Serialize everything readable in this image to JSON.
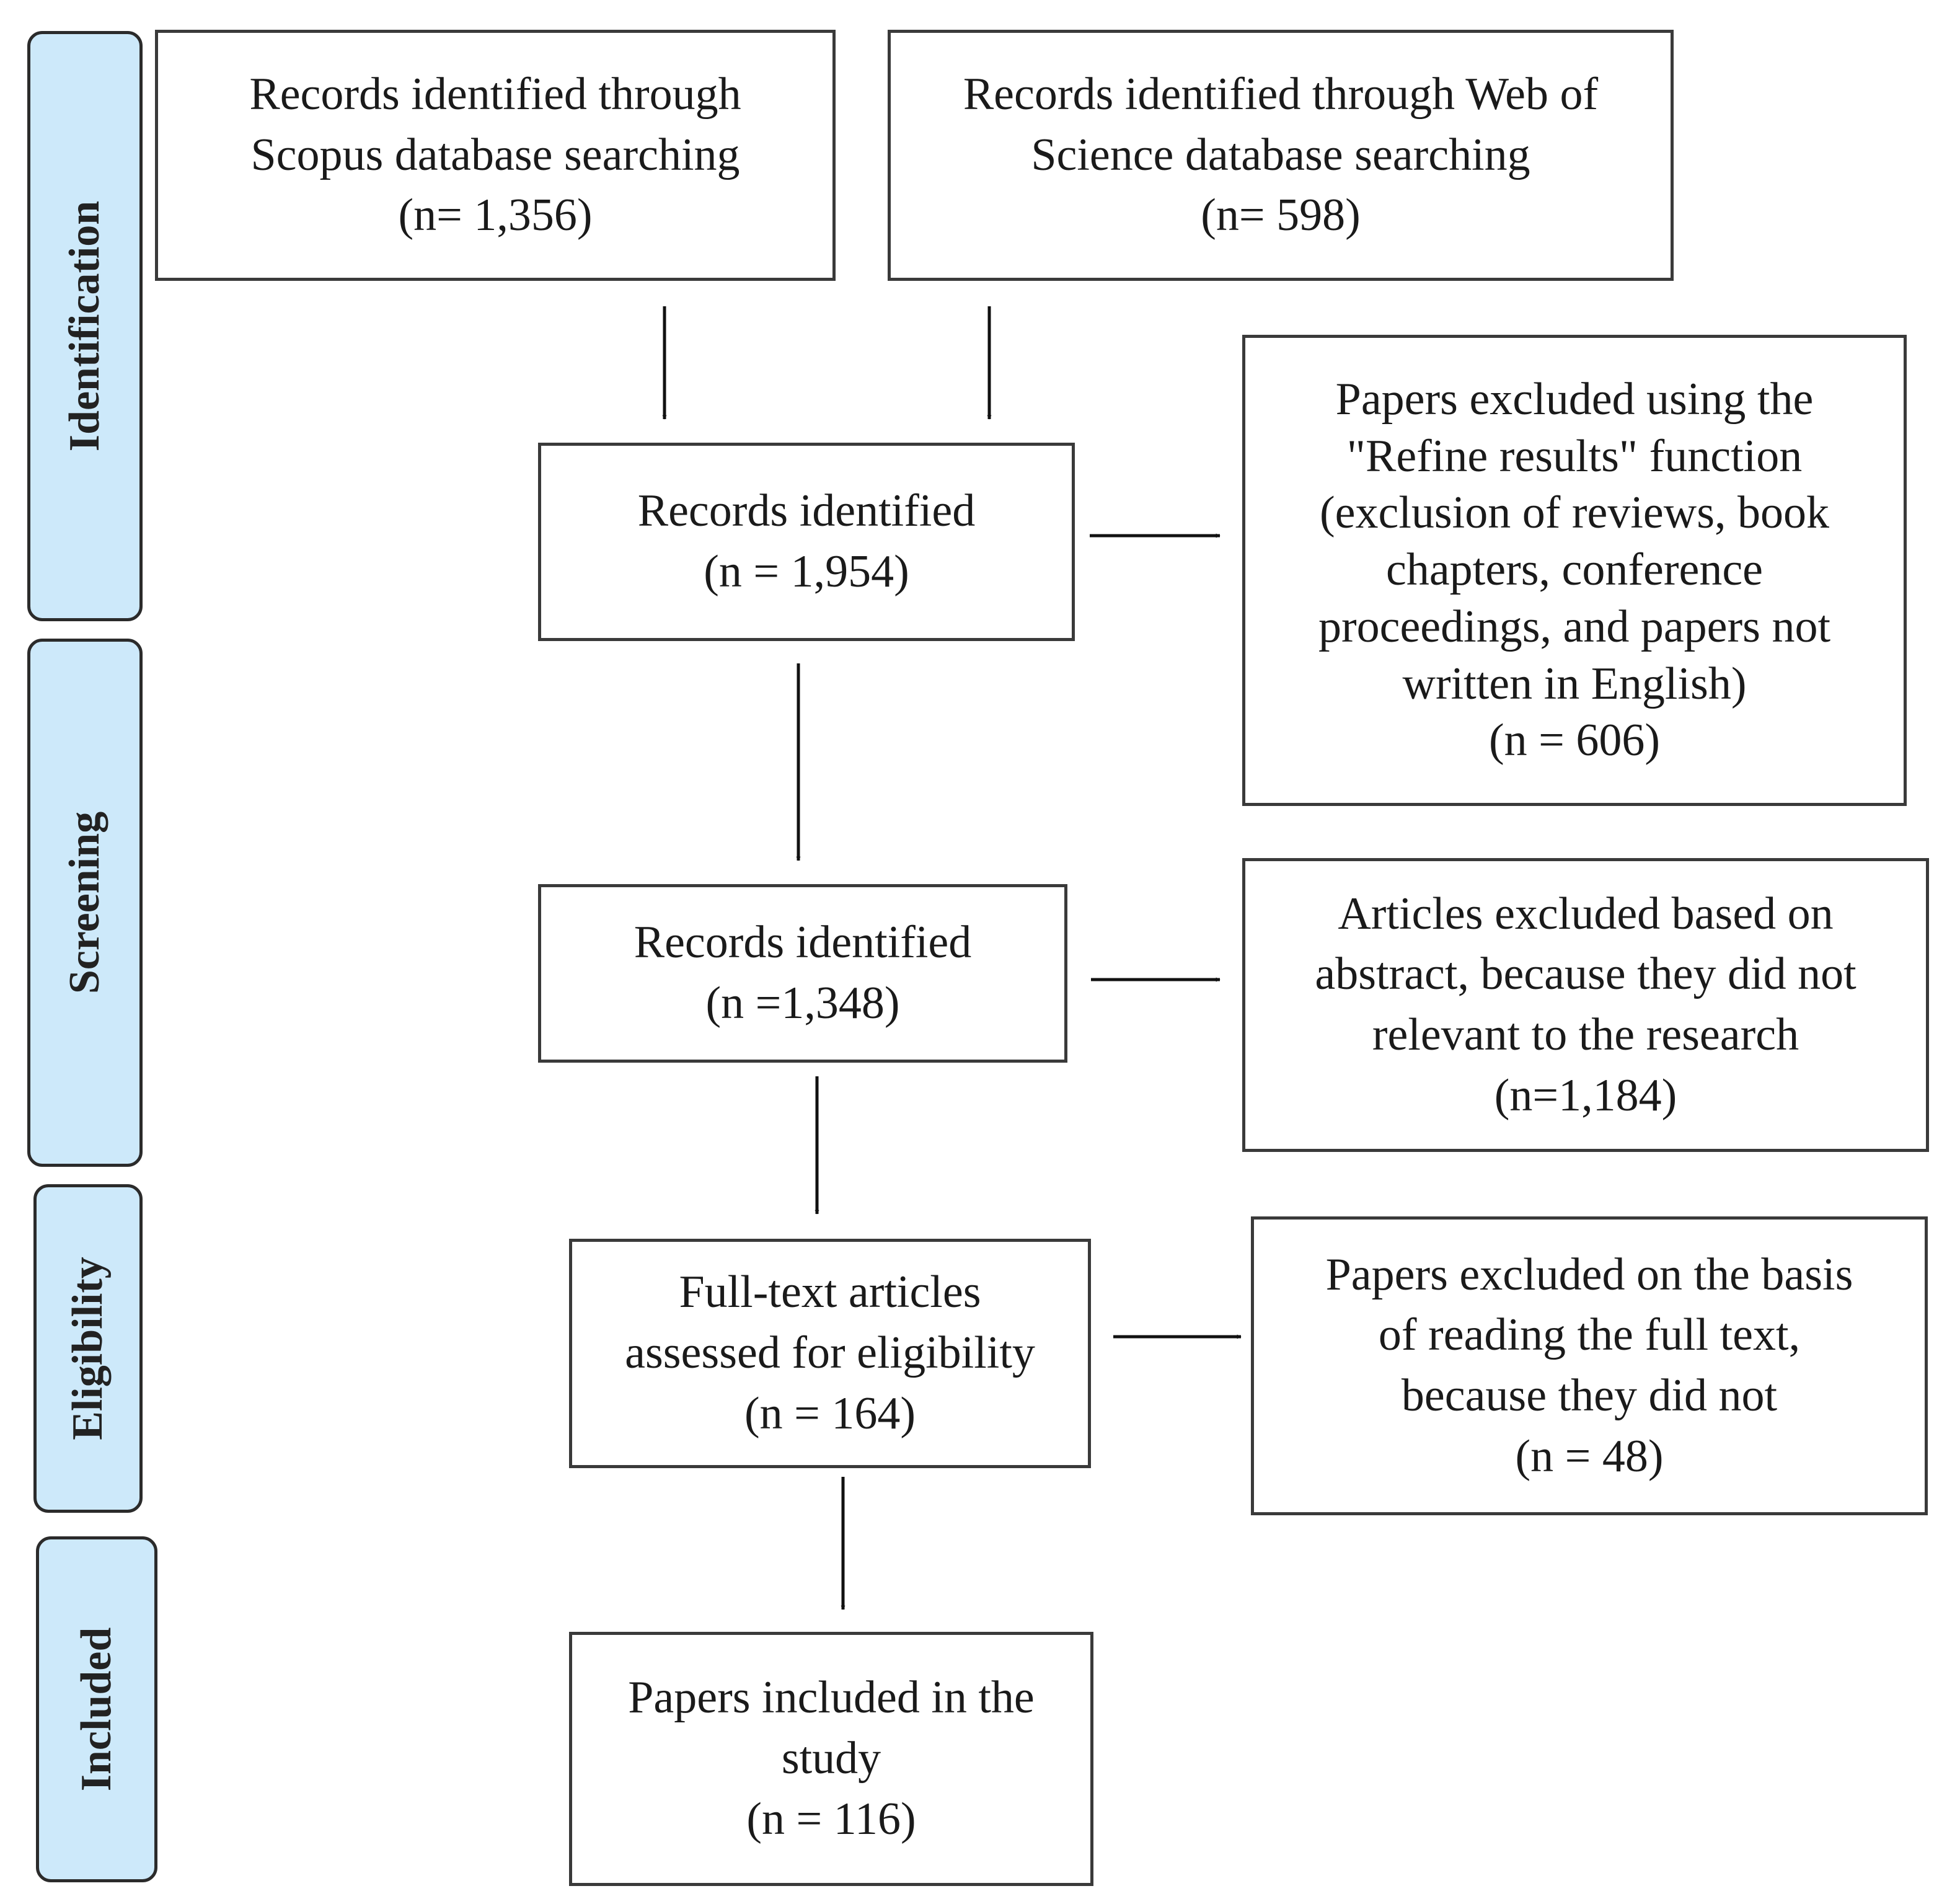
{
  "stages": {
    "identification": "Identification",
    "screening": "Screening",
    "eligibility": "Eligibility",
    "included": "Included"
  },
  "boxes": {
    "scopus": {
      "line1": "Records identified through",
      "line2": "Scopus database searching",
      "count": "(n= 1,356)"
    },
    "wos": {
      "line1": "Records identified through Web of",
      "line2": "Science database searching",
      "count": "(n= 598)"
    },
    "records_1954": {
      "line1": "Records identified",
      "count": "(n = 1,954)"
    },
    "excluded_refine": {
      "line1": "Papers excluded using the",
      "line2": "\"Refine results\" function",
      "line3": "(exclusion of reviews, book",
      "line4": "chapters, conference",
      "line5": "proceedings, and papers not",
      "line6": "written in English)",
      "count": "(n = 606)"
    },
    "records_1348": {
      "line1": "Records identified",
      "count": "(n =1,348)"
    },
    "excluded_abstract": {
      "line1": "Articles excluded based on",
      "line2": "abstract, because they did not",
      "line3": "relevant to the research",
      "count": "(n=1,184)"
    },
    "fulltext": {
      "line1": "Full-text articles",
      "line2": "assessed for eligibility",
      "count": "(n = 164)"
    },
    "excluded_fulltext": {
      "line1": "Papers excluded on the basis",
      "line2": "of reading the full text,",
      "line3": "because they did not",
      "count": "(n = 48)"
    },
    "included": {
      "line1": "Papers included in the",
      "line2": "study",
      "count": "(n = 116)"
    }
  }
}
